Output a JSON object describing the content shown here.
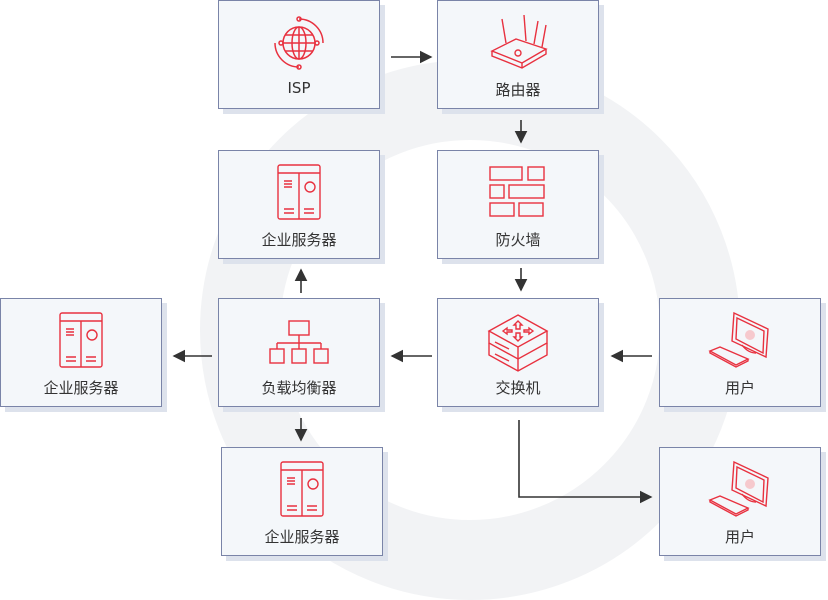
{
  "colors": {
    "accent": "#e8313f",
    "border": "#7a84a8",
    "box_bg": "#f4f7fa",
    "arrow": "#333333"
  },
  "nodes": {
    "isp": {
      "label": "ISP",
      "icon": "globe-icon"
    },
    "router": {
      "label": "路由器",
      "icon": "router-icon"
    },
    "server_top": {
      "label": "企业服务器",
      "icon": "server-icon"
    },
    "firewall": {
      "label": "防火墙",
      "icon": "firewall-icon"
    },
    "server_left": {
      "label": "企业服务器",
      "icon": "server-icon"
    },
    "load_balancer": {
      "label": "负载均衡器",
      "icon": "hierarchy-icon"
    },
    "switch": {
      "label": "交换机",
      "icon": "switch-icon"
    },
    "user_right": {
      "label": "用户",
      "icon": "computer-icon"
    },
    "server_bottom": {
      "label": "企业服务器",
      "icon": "server-icon"
    },
    "user_bottom": {
      "label": "用户",
      "icon": "computer-icon"
    }
  }
}
